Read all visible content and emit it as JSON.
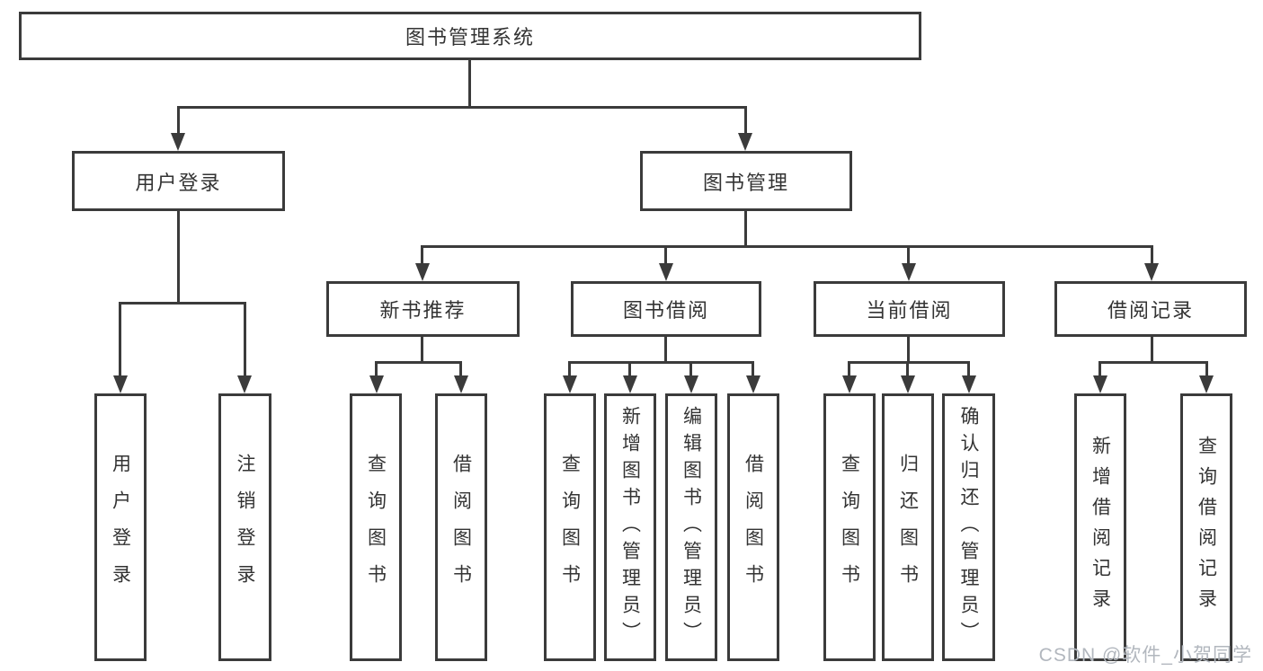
{
  "diagram": {
    "type": "tree-structure-chart",
    "watermark": "CSDN @软件_小贺同学",
    "colors": {
      "line": "#3b3b3b",
      "text": "#333333",
      "box_fill": "#ffffff",
      "watermark": "#b2b7be",
      "background": "#ffffff"
    },
    "root": {
      "label": "图书管理系统",
      "children": [
        {
          "label": "用户登录",
          "children": [
            {
              "label": "用户登录"
            },
            {
              "label": "注销登录"
            }
          ]
        },
        {
          "label": "图书管理",
          "children": [
            {
              "label": "新书推荐",
              "children": [
                {
                  "label": "查询图书"
                },
                {
                  "label": "借阅图书"
                }
              ]
            },
            {
              "label": "图书借阅",
              "children": [
                {
                  "label": "查询图书"
                },
                {
                  "label": "新增图书（管理员）"
                },
                {
                  "label": "编辑图书（管理员）"
                },
                {
                  "label": "借阅图书"
                }
              ]
            },
            {
              "label": "当前借阅",
              "children": [
                {
                  "label": "查询图书"
                },
                {
                  "label": "归还图书"
                },
                {
                  "label": "确认归还（管理员）"
                }
              ]
            },
            {
              "label": "借阅记录",
              "children": [
                {
                  "label": "新增借阅记录"
                },
                {
                  "label": "查询借阅记录"
                }
              ]
            }
          ]
        }
      ]
    }
  }
}
